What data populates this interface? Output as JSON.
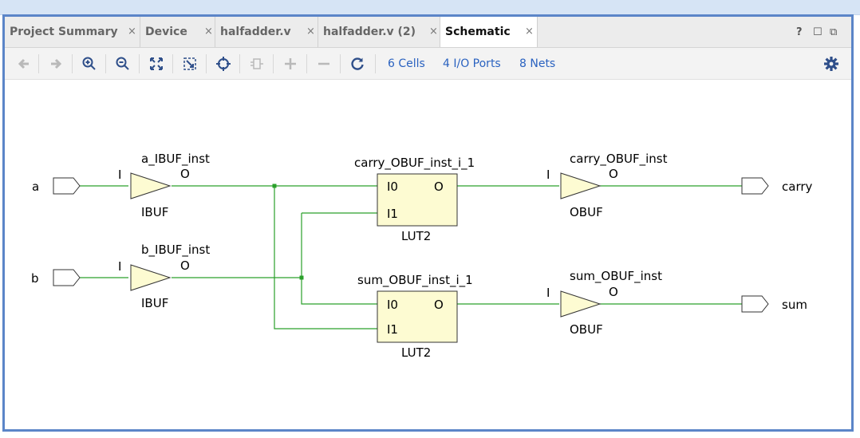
{
  "tabs": [
    {
      "label": "Project Summary",
      "active": false
    },
    {
      "label": "Device",
      "active": false
    },
    {
      "label": "halfadder.v",
      "active": false
    },
    {
      "label": "halfadder.v (2)",
      "active": false
    },
    {
      "label": "Schematic",
      "active": true
    }
  ],
  "tab_close_glyph": "×",
  "window_tools": {
    "help": "?",
    "maximize": "☐",
    "float": "⧉"
  },
  "toolbar": {
    "icons": [
      "back-icon",
      "forward-icon",
      "zoom-in-icon",
      "zoom-out-icon",
      "fit-icon",
      "zoom-area-icon",
      "target-icon",
      "collapse-icon",
      "add-icon",
      "remove-icon",
      "refresh-icon"
    ],
    "cells": "6 Cells",
    "ports": "4 I/O Ports",
    "nets": "8 Nets",
    "settings_icon": "gear-icon"
  },
  "schematic": {
    "inputs": [
      "a",
      "b"
    ],
    "outputs": [
      "carry",
      "sum"
    ],
    "ibufs": [
      {
        "name": "a_IBUF_inst",
        "type": "IBUF",
        "in_pin": "I",
        "out_pin": "O"
      },
      {
        "name": "b_IBUF_inst",
        "type": "IBUF",
        "in_pin": "I",
        "out_pin": "O"
      }
    ],
    "luts": [
      {
        "name": "carry_OBUF_inst_i_1",
        "type": "LUT2",
        "pins": [
          "I0",
          "I1"
        ],
        "out_pin": "O"
      },
      {
        "name": "sum_OBUF_inst_i_1",
        "type": "LUT2",
        "pins": [
          "I0",
          "I1"
        ],
        "out_pin": "O"
      }
    ],
    "obufs": [
      {
        "name": "carry_OBUF_inst",
        "type": "OBUF",
        "in_pin": "I",
        "out_pin": "O"
      },
      {
        "name": "sum_OBUF_inst",
        "type": "OBUF",
        "in_pin": "I",
        "out_pin": "O"
      }
    ],
    "colors": {
      "wire": "#2aa02a",
      "cell_fill": "#fdfbd2",
      "cell_stroke": "#333333"
    }
  }
}
